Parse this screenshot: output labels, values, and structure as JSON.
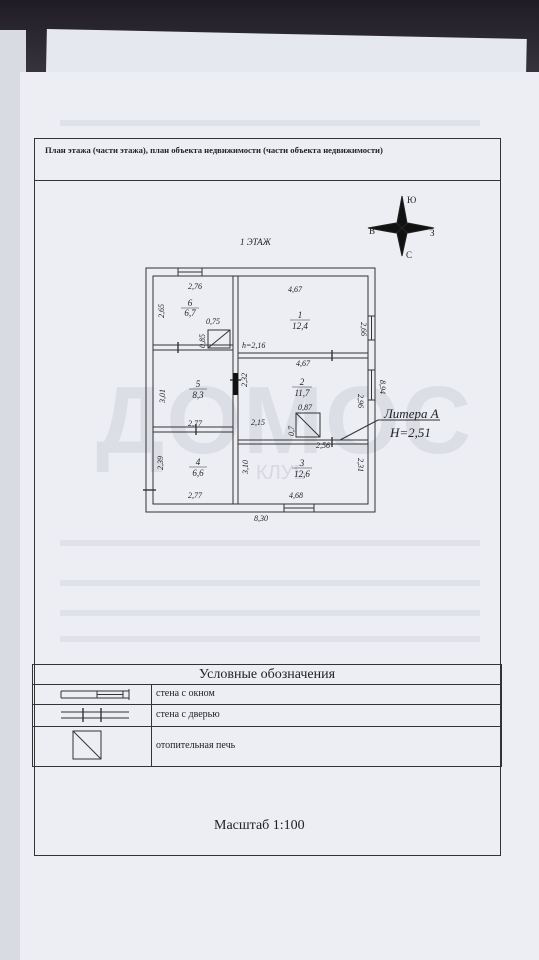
{
  "header": {
    "title": "План этажа (части этажа), план объекта недвижимости (части объекта недвижимости)"
  },
  "floor_label": "1 ЭТАЖ",
  "compass": {
    "north": "Ю",
    "south": "С",
    "west": "В",
    "east": "З"
  },
  "rooms": [
    {
      "num": "1",
      "area": "12,4"
    },
    {
      "num": "2",
      "area": "11,7"
    },
    {
      "num": "3",
      "area": "12,6"
    },
    {
      "num": "4",
      "area": "6,6"
    },
    {
      "num": "5",
      "area": "8,3"
    },
    {
      "num": "6",
      "area": "6,7"
    }
  ],
  "dimensions": {
    "top_left": "2,76",
    "top_right": "4,67",
    "room6_left": "2,65",
    "room6_inner": "0,85",
    "room6_stove": "0,75",
    "mid_right": "4,67",
    "h_label": "h=2,16",
    "room1_right": "2,66",
    "room5_left": "3,01",
    "room5_bottom": "2,77",
    "corridor": "2,32",
    "room2_stove": "0,87",
    "room2_inner": "2,15",
    "room2_stove_side": "0,7",
    "room2_stove_bottom": "2,56",
    "room2_right": "2,96",
    "total_right": "8,94",
    "room4_left": "2,39",
    "room4_bottom": "2,77",
    "room3_left": "3,10",
    "room3_right": "2,31",
    "room3_bottom": "4,68",
    "total_bottom": "8,30"
  },
  "litera": {
    "name": "Литера А",
    "height": "H=2,51"
  },
  "watermark": {
    "main": "ДОМОС",
    "sub": "КЛУБ"
  },
  "legend": {
    "title": "Условные обозначения",
    "items": [
      {
        "label": "стена с окном",
        "symbol": "window-wall-icon"
      },
      {
        "label": "стена с дверью",
        "symbol": "door-wall-icon"
      },
      {
        "label": "отопительная печь",
        "symbol": "stove-icon"
      }
    ]
  },
  "scale": "Масштаб 1:100"
}
